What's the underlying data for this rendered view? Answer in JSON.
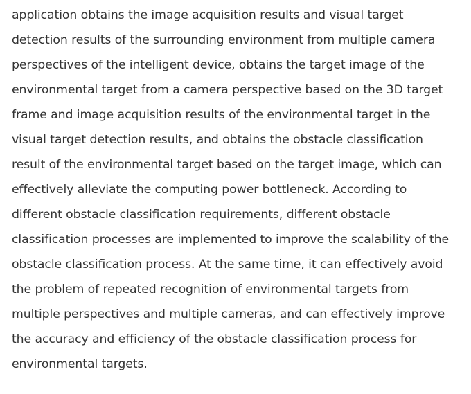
{
  "paragraph": {
    "lines": [
      "application obtains the image acquisition results and visual target",
      "detection results of the surrounding environment from multiple camera",
      "perspectives of the intelligent device, obtains the target image of the",
      "environmental target from a camera perspective based on the 3D target",
      "frame and image acquisition results of the environmental target in the",
      "visual target detection results, and obtains the obstacle classification",
      "result of the environmental target based on the target image, which can",
      "effectively alleviate the computing power bottleneck. According to",
      "different obstacle classification requirements, different obstacle",
      "classification processes are implemented to improve the scalability of the",
      "obstacle classification process. At the same time, it can effectively avoid",
      "the problem of repeated recognition of environmental targets from",
      "multiple perspectives and multiple cameras, and can effectively improve",
      "the accuracy and efficiency of the obstacle classification process for",
      "environmental targets."
    ]
  },
  "colors": {
    "text": "#333333",
    "background": "#ffffff"
  }
}
